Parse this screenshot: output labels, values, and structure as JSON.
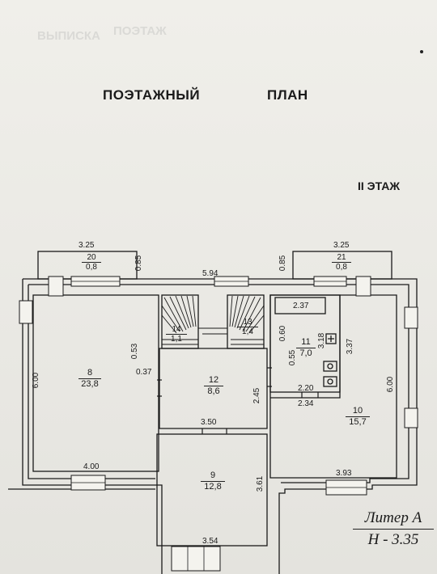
{
  "title": {
    "word1": "ПОЭТАЖНЫЙ",
    "word2": "ПЛАН"
  },
  "floor": "II ЭТАЖ",
  "dims": {
    "b20_w": "3.25",
    "b21_w": "3.25",
    "b20_d": "0.85",
    "b21_d": "0.85",
    "top_wall": "5.94",
    "r8_h": "6.00",
    "r8_w": "4.00",
    "st14_offset": "0.53",
    "wall_037": "0.37",
    "r11_060": "0.60",
    "r11_055": "0.55",
    "r11_h": "3.18",
    "r10_337": "3.37",
    "shelf": "2.37",
    "r11_w": "2.20",
    "r10_234": "2.34",
    "r10_h": "6.00",
    "r12_h": "2.45",
    "r12_w": "3.50",
    "r10_w": "3.93",
    "r9_h": "3.61",
    "r9_w": "3.54"
  },
  "rooms": {
    "r20": {
      "num": "20",
      "area": "0,8"
    },
    "r21": {
      "num": "21",
      "area": "0,8"
    },
    "r8": {
      "num": "8",
      "area": "23,8"
    },
    "r14": {
      "num": "14",
      "area": "1,1"
    },
    "r13": {
      "num": "13",
      "area": "1,4"
    },
    "r11": {
      "num": "11",
      "area": "7,0"
    },
    "r12": {
      "num": "12",
      "area": "8,6"
    },
    "r10": {
      "num": "10",
      "area": "15,7"
    },
    "r9": {
      "num": "9",
      "area": "12,8"
    }
  },
  "liter": {
    "name": "Литер А",
    "height": "Н - 3.35"
  }
}
